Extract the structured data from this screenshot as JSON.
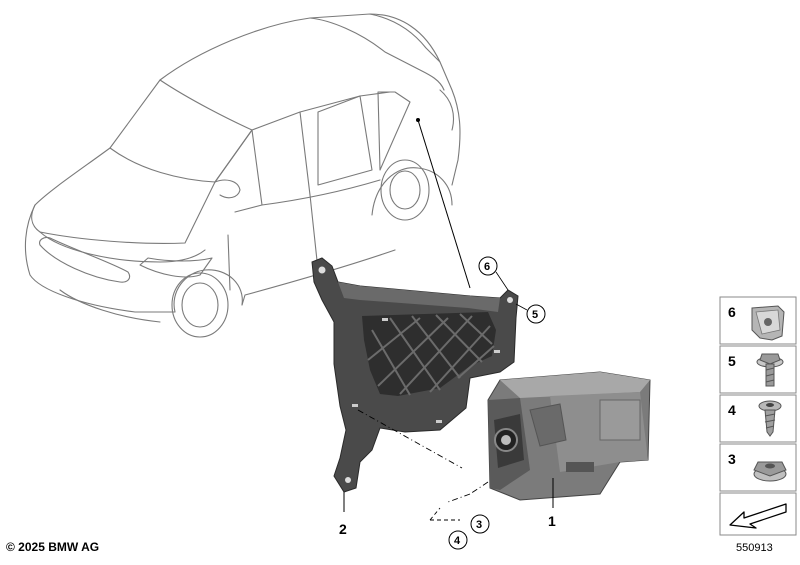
{
  "diagram": {
    "callouts": [
      {
        "id": "1",
        "label": "1",
        "circled": false
      },
      {
        "id": "2",
        "label": "2",
        "circled": false
      },
      {
        "id": "3",
        "label": "3",
        "circled": true
      },
      {
        "id": "4",
        "label": "4",
        "circled": true
      },
      {
        "id": "5",
        "label": "5",
        "circled": true
      },
      {
        "id": "6",
        "label": "6",
        "circled": true
      }
    ],
    "side_parts": [
      {
        "label": "6",
        "icon": "u-nut-clip-icon"
      },
      {
        "label": "5",
        "icon": "hex-bolt-washer-icon"
      },
      {
        "label": "4",
        "icon": "torx-screw-icon"
      },
      {
        "label": "3",
        "icon": "hex-nut-flange-icon"
      },
      {
        "label": "",
        "icon": "arrow-down-left-icon"
      }
    ],
    "copyright": "© 2025 BMW AG",
    "diagram_id": "550913"
  }
}
